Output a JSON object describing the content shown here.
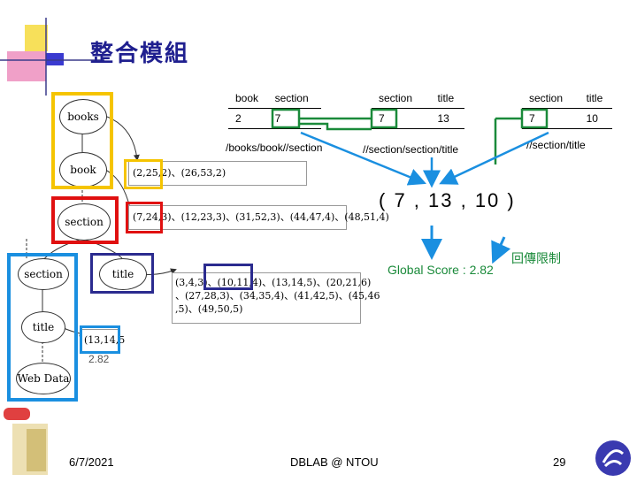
{
  "slide": {
    "title": "整合模組",
    "tables": [
      {
        "headers": [
          "book",
          "section"
        ],
        "values": [
          "2",
          "7"
        ]
      },
      {
        "headers": [
          "section",
          "title"
        ],
        "values": [
          "7",
          "13"
        ]
      },
      {
        "headers": [
          "section",
          "title"
        ],
        "values": [
          "7",
          "10"
        ]
      }
    ],
    "paths": [
      "/books/book//section",
      "//section/section/title",
      "//section/title"
    ],
    "result": "( 7 , 13 , 10 )",
    "score": "Global Score : 2.82",
    "limit": "回傳限制",
    "tree": {
      "nodes": [
        "books",
        "book",
        "section",
        "section",
        "title",
        "title",
        "Web Data"
      ],
      "postings": {
        "book": "(2,25,2)、(26,53,2)",
        "section": "(7,24,3)、(12,23,3)、(31,52,3)、(44,47,4)、(48,51,4)",
        "title_line1": "(3,4,3)、(10,11,4)、(13,14,5)、(20,21,6)",
        "title_line2": "、(27,28,3)、(34,35,4)、(41,42,5)、(45,46",
        "title_line3": ",5)、(49,50,5)",
        "lower_title": "(13,14,5"
      },
      "side_score": "2.82"
    },
    "footer": {
      "date": "6/7/2021",
      "lab": "DBLAB @ NTOU",
      "page": "29"
    },
    "colors": {
      "yellow": "#f5c400",
      "red": "#e01010",
      "blue": "#1a8fe0",
      "navy": "#2b2b8f",
      "green": "#1a8a3a"
    }
  }
}
